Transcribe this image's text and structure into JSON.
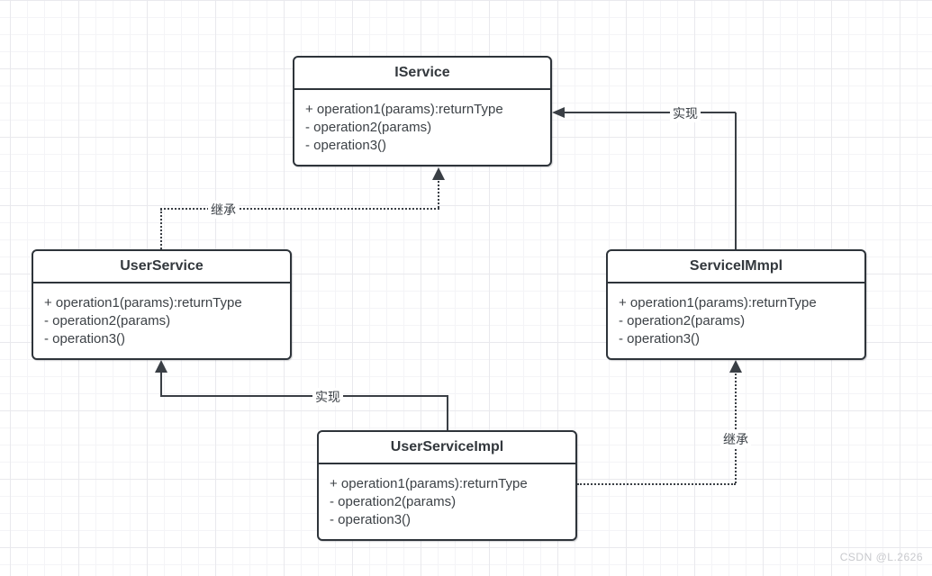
{
  "diagram": {
    "type": "uml-class-diagram",
    "classes": [
      {
        "name": "IService",
        "methods": [
          "+ operation1(params):returnType",
          "- operation2(params)",
          "- operation3()"
        ]
      },
      {
        "name": "UserService",
        "methods": [
          "+ operation1(params):returnType",
          "- operation2(params)",
          "- operation3()"
        ]
      },
      {
        "name": "ServiceIMmpl",
        "methods": [
          "+ operation1(params):returnType",
          "- operation2(params)",
          "- operation3()"
        ]
      },
      {
        "name": "UserServiceImpl",
        "methods": [
          "+ operation1(params):returnType",
          "- operation2(params)",
          "- operation3()"
        ]
      }
    ],
    "edges": [
      {
        "label": "实现",
        "from": "ServiceIMmpl",
        "to": "IService",
        "line": "solid"
      },
      {
        "label": "继承",
        "from": "UserService",
        "to": "IService",
        "line": "dotted"
      },
      {
        "label": "实现",
        "from": "UserServiceImpl",
        "to": "UserService",
        "line": "solid"
      },
      {
        "label": "继承",
        "from": "UserServiceImpl",
        "to": "ServiceIMmpl",
        "line": "dotted"
      }
    ]
  },
  "watermark": {
    "text": "CSDN @L.2626"
  },
  "colors": {
    "box_border": "#2e343a",
    "line": "#3a3f45",
    "text": "#3c4146",
    "grid_major": "#e9e9ed",
    "grid_minor": "#f4f4f7",
    "watermark": "#c8c9cd"
  }
}
